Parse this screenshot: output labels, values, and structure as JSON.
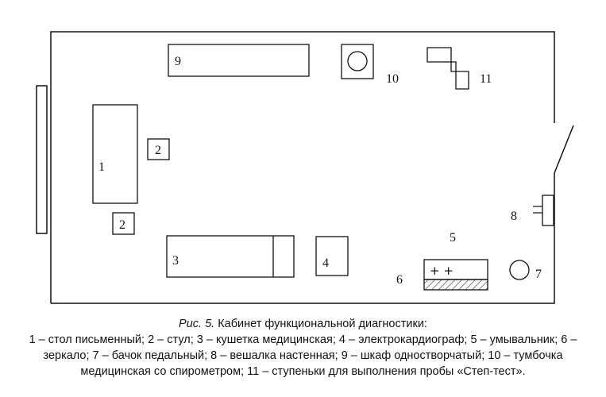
{
  "caption": {
    "figure_label": "Рис. 5.",
    "title": "Кабинет функциональной диагностики:",
    "legend_text": "1 – стол письменный; 2 – стул; 3 – кушетка медицинская; 4 – электрокардиограф; 5 – умывальник; 6 – зеркало; 7 – бачок педальный; 8 – вешалка настенная; 9 – шкаф одностворчатый; 10 – тумбочка медицинская со спирометром; 11 – ступеньки для выполнения пробы «Степ-тест»."
  },
  "plan": {
    "labels": {
      "desk": "1",
      "chair_a": "2",
      "chair_b": "2",
      "couch": "3",
      "ecg": "4",
      "sink": "5",
      "mirror": "6",
      "bin": "7",
      "hanger": "8",
      "cabinet": "9",
      "nightstand": "10",
      "steps": "11"
    },
    "sink_symbols": "+ +"
  }
}
